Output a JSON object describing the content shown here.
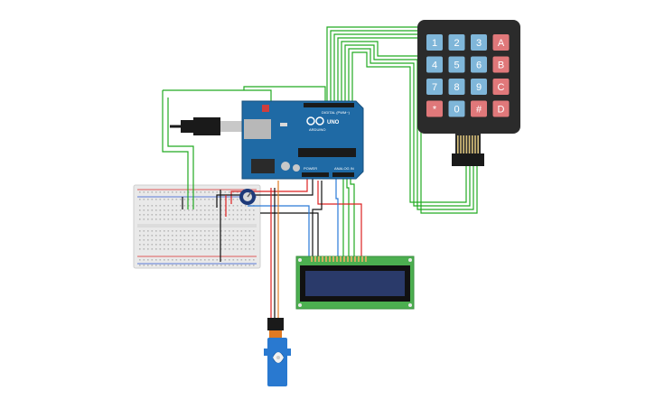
{
  "components": {
    "keypad": {
      "keys": [
        [
          "1",
          "2",
          "3",
          "A"
        ],
        [
          "4",
          "5",
          "6",
          "B"
        ],
        [
          "7",
          "8",
          "9",
          "C"
        ],
        [
          "*",
          "0",
          "#",
          "D"
        ]
      ],
      "colors": {
        "body": "#2b2b2b",
        "digit": "#7fb6d9",
        "func": "#e0787a",
        "pin": "#d8c07a"
      }
    },
    "arduino": {
      "model_label": "UNO",
      "brand_label": "ARDUINO",
      "digital_label": "DIGITAL (PWM~)",
      "power_label": "POWER",
      "analog_label": "ANALOG IN",
      "colors": {
        "board": "#1f6aa5",
        "header": "#1a1a1a",
        "usb": "#b8b8b8",
        "jack": "#2a2a2a"
      }
    },
    "lcd": {
      "colors": {
        "pcb": "#4caf50",
        "bezel": "#111111",
        "screen": "#2a3a6a"
      }
    },
    "breadboard": {
      "colors": {
        "body": "#e9e9e9",
        "hole": "#b8b8b8",
        "rail_red": "#e05a5a",
        "rail_blue": "#5a7ad8"
      }
    },
    "servo": {
      "colors": {
        "body": "#2979d0",
        "horn": "#f2f2f2"
      }
    },
    "potentiometer": {
      "colors": {
        "body": "#1e3a7a",
        "knob": "#d9d9d9"
      }
    },
    "usb_cable": {
      "colors": {
        "plug": "#1a1a1a",
        "metal": "#c8c8c8"
      }
    }
  },
  "wire_colors": {
    "green": "#22aa22",
    "red": "#dd2222",
    "black": "#111111",
    "blue": "#2a7ad8",
    "orange": "#e07a22"
  }
}
